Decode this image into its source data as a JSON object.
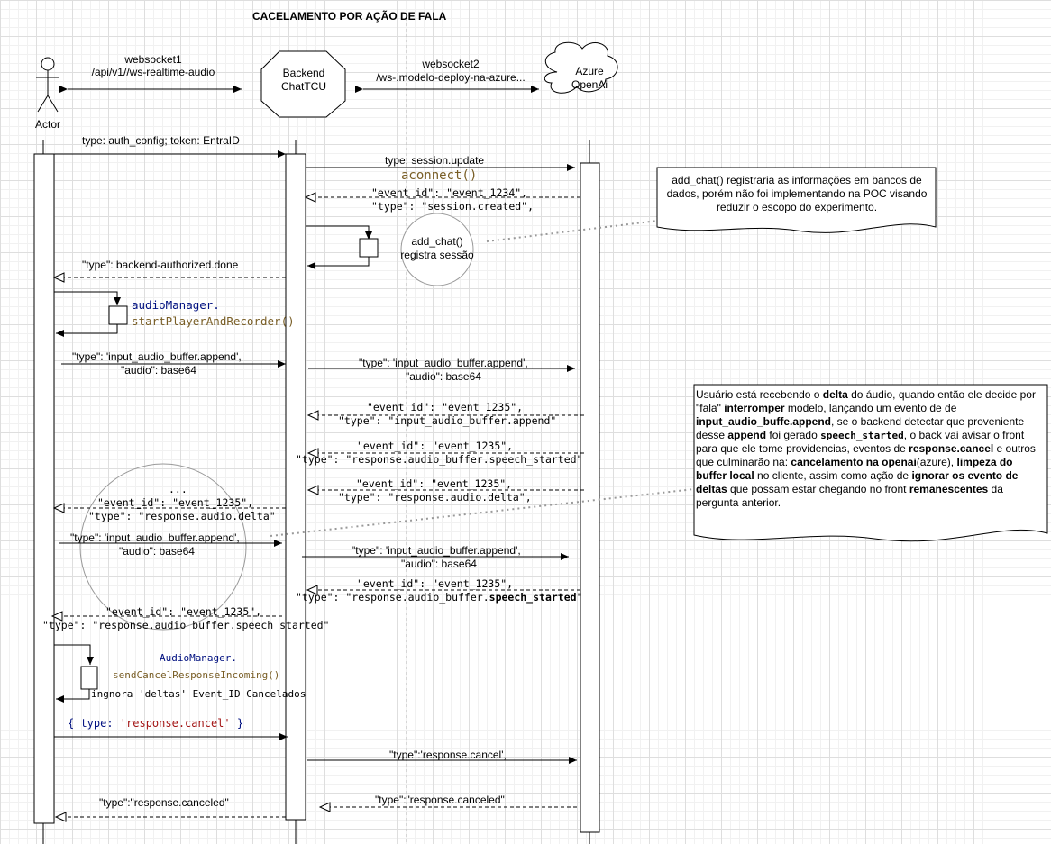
{
  "title": "CACELAMENTO POR AÇÃO DE FALA",
  "participants": {
    "actor": "Actor",
    "backend": [
      "Backend",
      "ChatTCU"
    ],
    "azure": [
      "Azure",
      "OpenAi"
    ]
  },
  "connections": {
    "ws1": [
      "websocket1",
      "/api/v1//ws-realtime-audio"
    ],
    "ws2": [
      "websocket2",
      "/ws-.modelo-deploy-na-azure..."
    ]
  },
  "messages": {
    "auth": "type: auth_config; token: EntraID",
    "session_update": "type: session.update",
    "aconnect": "aconnect()",
    "session_created": [
      "\"event_id\": \"event_1234\",",
      "\"type\": \"session.created\","
    ],
    "add_chat": [
      "add_chat()",
      "registra sessão"
    ],
    "authorized": "\"type\": backend-authorized.done",
    "audio_manager": [
      "audioManager.",
      "startPlayerAndRecorder()"
    ],
    "append_actor_1": [
      "\"type\": 'input_audio_buffer.append',",
      "\"audio\": base64"
    ],
    "append_backend_1": [
      "\"type\": 'input_audio_buffer.append',",
      "\"audio\": base64"
    ],
    "append_ack": [
      "\"event_id\": \"event_1235\",",
      "\"type\": \"input_audio_buffer.append\""
    ],
    "speech_started_1": [
      "\"event_id\": \"event_1235\",",
      "\"type\": \"response.audio_buffer.speech_started\""
    ],
    "delta_azure": [
      "\"event_id\": \"event_1235\",",
      "\"type\": \"response.audio.delta\","
    ],
    "delta_front": [
      "...",
      "\"event_id\": \"event_1235\",",
      "\"type\": \"response.audio.delta\""
    ],
    "append_actor_2": [
      "\"type\": 'input_audio_buffer.append',",
      "\"audio\": base64"
    ],
    "append_backend_2": [
      "\"type\": 'input_audio_buffer.append',",
      "\"audio\": base64"
    ],
    "speech_started_2": [
      "\"event_id\": \"event_1235\",",
      "\"type\": \"response.audio_buffer.",
      "speech_started",
      "\""
    ],
    "speech_started_front": [
      "\"event_id\": \"event_1235\",",
      "\"type\": \"response.audio_buffer.speech_started\""
    ],
    "cancel_incoming": [
      "AudioManager.",
      "sendCancelResponseIncoming()",
      "ingnora 'deltas' Event_ID Cancelados"
    ],
    "cancel_front": [
      "{ type: ",
      "'response.cancel'",
      " }"
    ],
    "cancel_backend": "\"type\":'response.cancel',",
    "canceled_azure": "\"type\":\"response.canceled\"",
    "canceled_front": "\"type\":\"response.canceled\""
  },
  "notes": {
    "add_chat_note": "add_chat() registraria as informações em bancos de dados, porém não foi implementando na POC visando reduzir o escopo do experimento.",
    "delta_note": [
      {
        "t": "Usuário está recebendo o ",
        "b": false
      },
      {
        "t": "delta",
        "b": true
      },
      {
        "t": " do áudio, quando então ele decide por \"fala\" ",
        "b": false
      },
      {
        "t": "interromper",
        "b": true
      },
      {
        "t": " modelo, lançando um evento de de ",
        "b": false
      },
      {
        "t": "input_audio_buffe.append",
        "b": true
      },
      {
        "t": ", se o backend detectar que proveniente desse ",
        "b": false
      },
      {
        "t": "append",
        "b": true
      },
      {
        "t": " foi gerado ",
        "b": false
      },
      {
        "t": "speech_started",
        "b": true,
        "mono": true
      },
      {
        "t": ", o back vai avisar o front para que ele tome providencias, eventos de ",
        "b": false
      },
      {
        "t": "response.cancel",
        "b": true
      },
      {
        "t": " e outros que culminarão na: ",
        "b": false
      },
      {
        "t": "cancelamento na openai",
        "b": true
      },
      {
        "t": "(azure), ",
        "b": false
      },
      {
        "t": "limpeza do buffer local",
        "b": true
      },
      {
        "t": " no cliente, assim como ação de ",
        "b": false
      },
      {
        "t": "ignorar os evento de deltas",
        "b": true
      },
      {
        "t": " que possam estar chegando no front ",
        "b": false
      },
      {
        "t": "remanescentes",
        "b": true
      },
      {
        "t": " da pergunta anterior.",
        "b": false
      }
    ]
  }
}
